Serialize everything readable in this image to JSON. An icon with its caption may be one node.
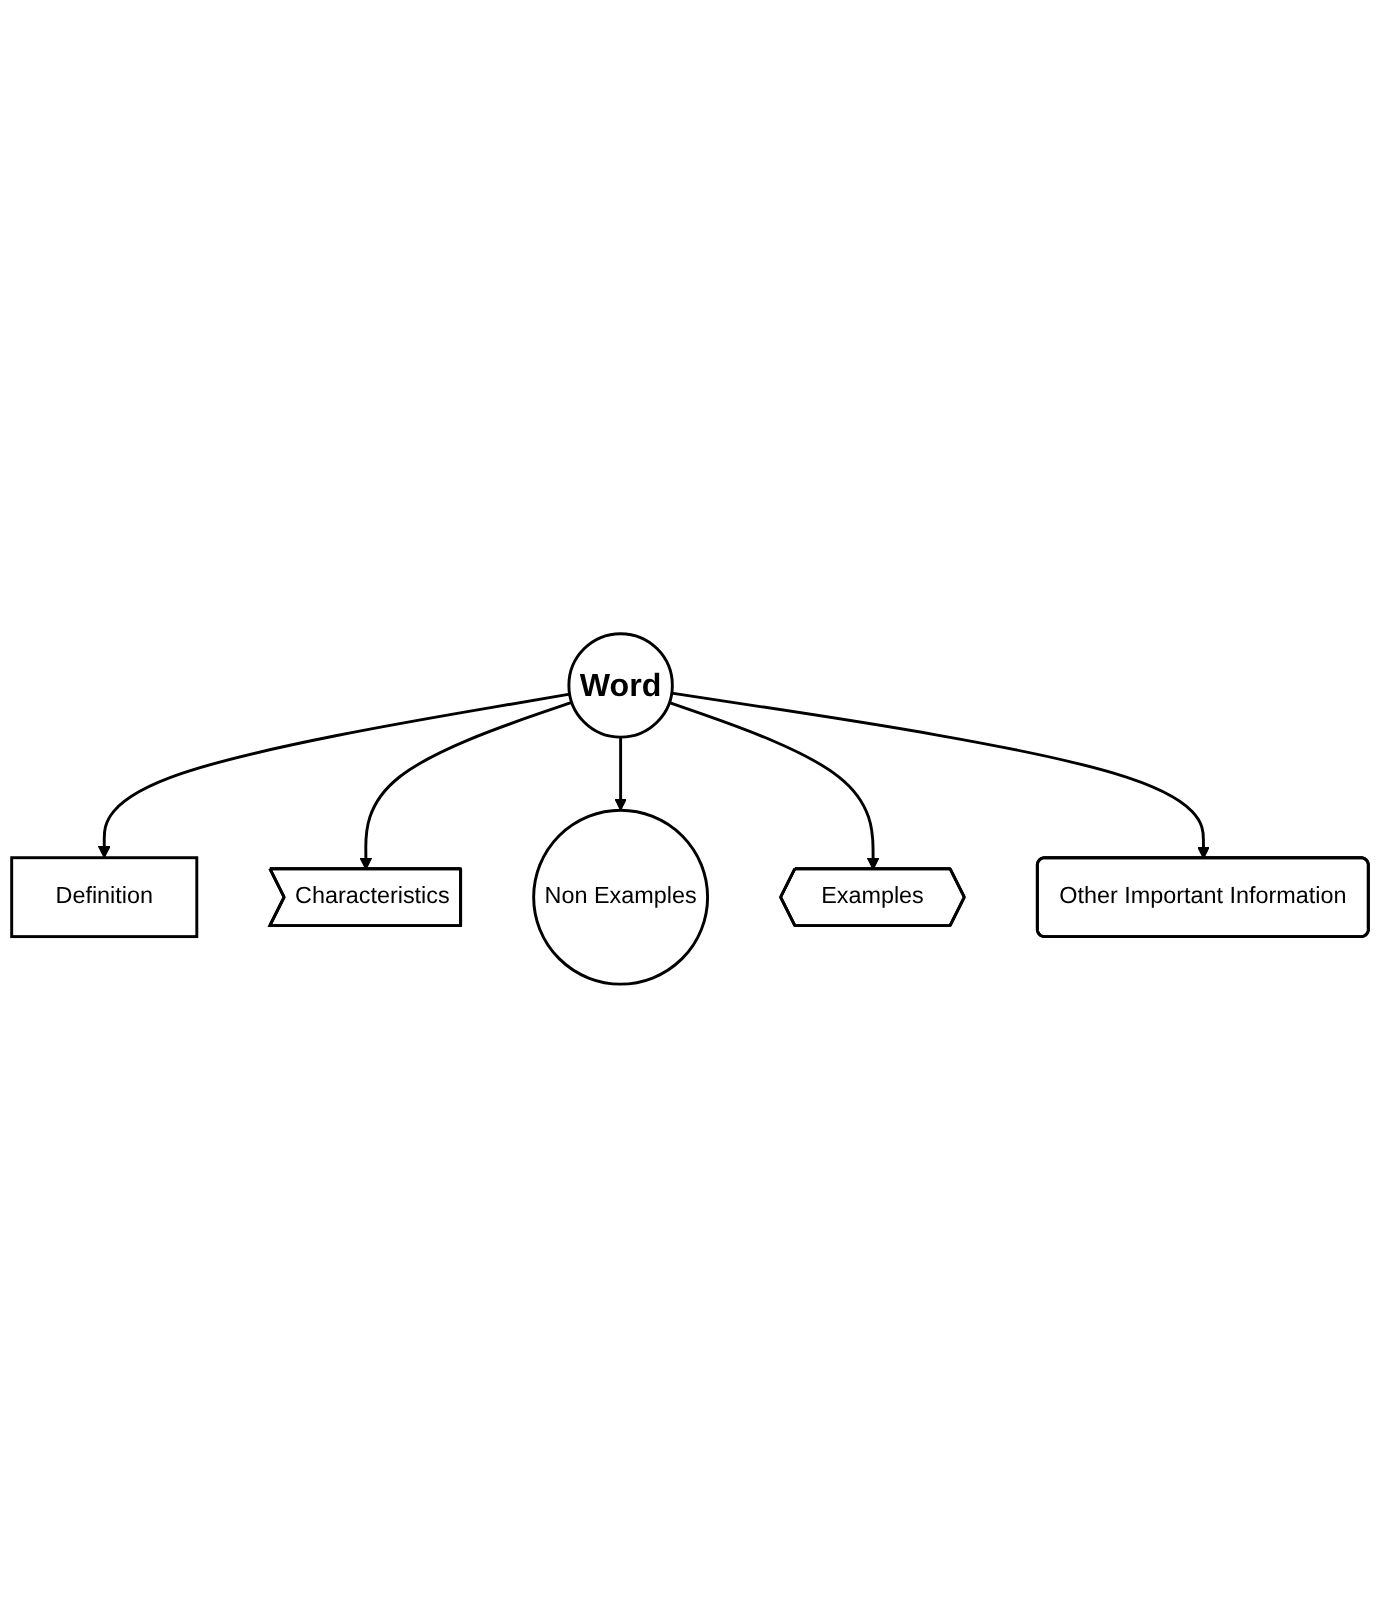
{
  "diagram": {
    "nodes": [
      {
        "text": [
          "Definition"
        ]
      },
      {
        "text": [
          "Characteristics"
        ]
      },
      {
        "text": [
          "Non Examples"
        ]
      },
      {
        "text": [
          "Word"
        ]
      },
      {
        "text": [
          "Examples"
        ]
      },
      {
        "text": [
          "Other Important Information"
        ]
      }
    ],
    "edges": [
      {
        "from": 3,
        "to": 0,
        "arrow": "to"
      },
      {
        "from": 3,
        "to": 1,
        "arrow": "to"
      },
      {
        "from": 3,
        "to": 2,
        "arrow": "to"
      },
      {
        "from": 3,
        "to": 4,
        "arrow": "to"
      },
      {
        "from": 3,
        "to": 5,
        "arrow": "to"
      }
    ]
  }
}
